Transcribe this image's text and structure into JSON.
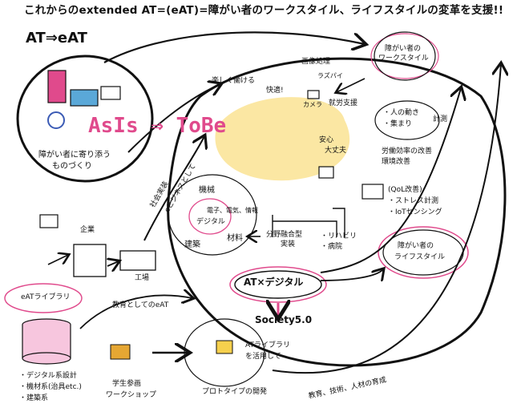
{
  "title": "これからのextended AT=(eAT)=障がい者のワークスタイル、ライフスタイルの変革を支援!!",
  "subtitle": "AT⇒eAT",
  "left_top": {
    "caption_line1": "障がい者に寄り添う",
    "caption_line2": "ものづくり"
  },
  "asis_tobe": "AsIs ⇒ ToBe",
  "labels": {
    "tanoshiku": "楽しく働ける",
    "kaiteki": "快適!",
    "gazou": "画像処理",
    "raspi": "ラズパイ",
    "camera": "カメラ",
    "shuurou": "就労支援",
    "workstyle_top": "障がい者の",
    "workstyle_bottom": "ワークスタイル",
    "hito_line1": "・人の動き",
    "hito_line2": "・集まり",
    "keisoku": "計測",
    "roudou_line1": "労働効率の改善",
    "roudou_line2": "環境改善",
    "anshin_line1": "安心",
    "anshin_line2": "大丈夫",
    "qol_line1": "(QoL改善)",
    "qol_line2": "・ストレス計測",
    "qol_line3": "・IoTセンシング",
    "kikai": "機械",
    "digital": "デジタル",
    "denshi": "電子、電気、情報",
    "kenchiku": "建築",
    "zairyou": "材料",
    "bunya_line1": "分野融合型",
    "bunya_line2": "実装",
    "reha_line1": "・リハビリ",
    "reha_line2": "・病院",
    "lifestyle_top": "障がい者の",
    "lifestyle_bottom": "ライフスタイル",
    "shakai": "社会実装",
    "ebusiness": "eビジネスとして",
    "at_digital": "AT×デジタル",
    "society": "Society5.0",
    "kigyou": "企業",
    "koujou": "工場",
    "eat_library": "eATライブラリ",
    "kyouiku_eat": "教育としてのeAT",
    "gakusei_line1": "学生参画",
    "gakusei_line2": "ワークショップ",
    "at_lib_line1": "ATライブラリ",
    "at_lib_line2": "を活用して",
    "prototype": "プロトタイプの開発",
    "kyouiku_bottom": "教育、技術、人材の育成",
    "list1": "・デジタル系設計",
    "list2": "・機材系(治具etc.)",
    "list3": "・建築系"
  },
  "colors": {
    "pink": "#e04a8c",
    "yellow": "#fbe7a3",
    "ink": "#111111",
    "pink_cyl": "#f7c6de"
  }
}
